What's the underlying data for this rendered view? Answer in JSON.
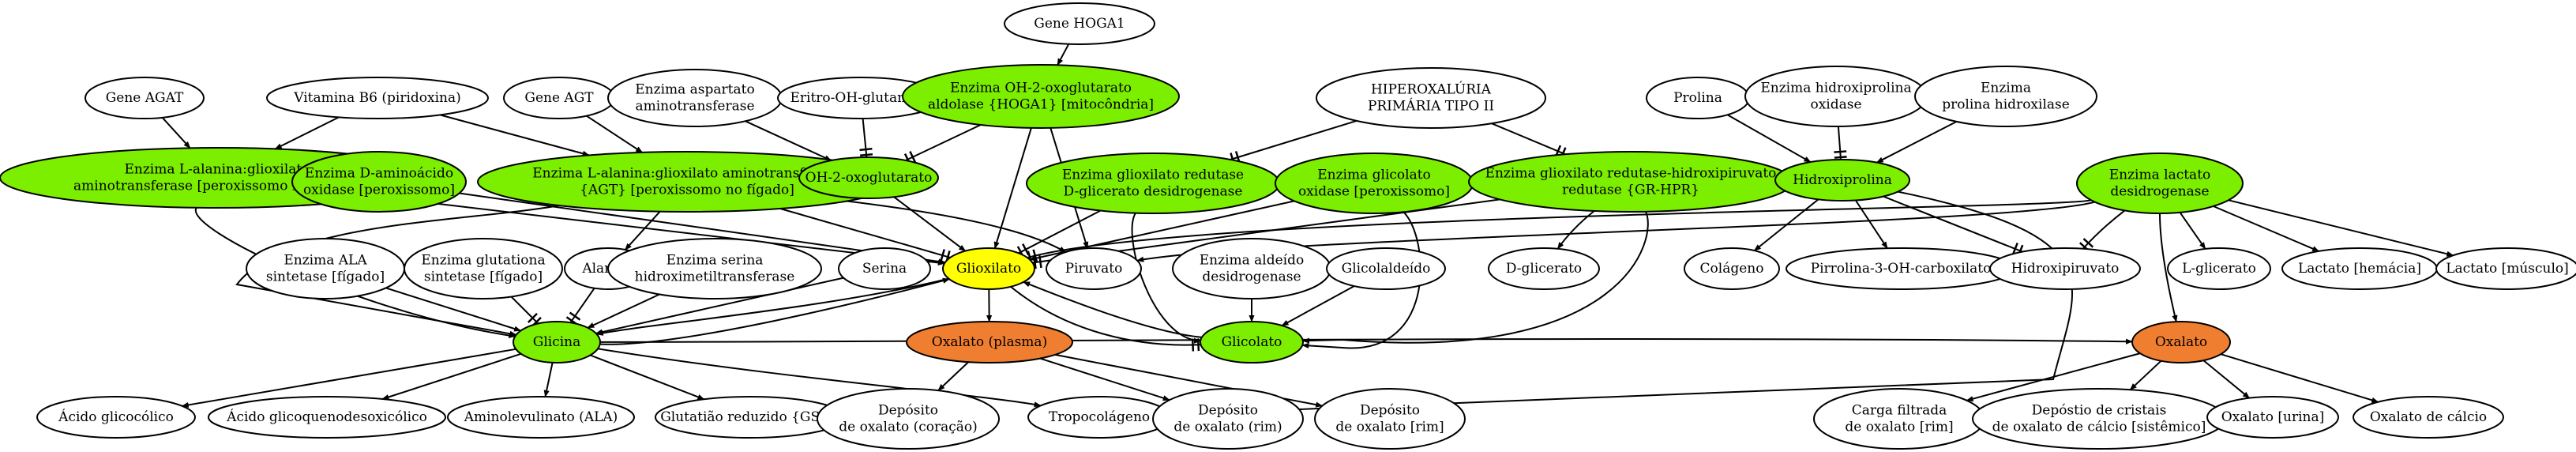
{
  "colors": {
    "white": "#ffffff",
    "green": "#7cee00",
    "yellow": "#ffff00",
    "orange": "#f07e30",
    "stroke": "#000000"
  },
  "nodes": [
    {
      "id": "gene_hoga1",
      "lines": [
        "Gene HOGA1"
      ],
      "fill": "white"
    },
    {
      "id": "gene_agat",
      "lines": [
        "Gene AGAT"
      ],
      "fill": "white"
    },
    {
      "id": "vit_b6",
      "lines": [
        "Vitamina B6 (piridoxina)"
      ],
      "fill": "white"
    },
    {
      "id": "gene_agt",
      "lines": [
        "Gene AGT"
      ],
      "fill": "white"
    },
    {
      "id": "enz_asp",
      "lines": [
        "Enzima aspartato",
        "aminotransferase"
      ],
      "fill": "white"
    },
    {
      "id": "eritro",
      "lines": [
        "Eritro-OH-glutamato"
      ],
      "fill": "white"
    },
    {
      "id": "enz_hoga1",
      "lines": [
        "Enzima OH-2-oxoglutarato",
        "aldolase {HOGA1} [mitocôndria]"
      ],
      "fill": "green"
    },
    {
      "id": "hiperox",
      "lines": [
        "HIPEROXALÚRIA",
        "PRIMÁRIA TIPO II"
      ],
      "fill": "white"
    },
    {
      "id": "prolina",
      "lines": [
        "Prolina"
      ],
      "fill": "white"
    },
    {
      "id": "enz_hidroxiprolina_ox",
      "lines": [
        "Enzima hidroxiprolina",
        "oxidase"
      ],
      "fill": "white"
    },
    {
      "id": "enz_prolina_hidrox",
      "lines": [
        "Enzima",
        "prolina hidroxilase"
      ],
      "fill": "white"
    },
    {
      "id": "enz_alanina_gli",
      "lines": [
        "Enzima L-alanina:glioxilato",
        "aminotransferase [peroxissomo no fígado]"
      ],
      "fill": "green"
    },
    {
      "id": "enz_d_amino",
      "lines": [
        "Enzima D-aminoácido",
        "oxidase [peroxissomo]"
      ],
      "fill": "green"
    },
    {
      "id": "enz_agt",
      "lines": [
        "Enzima L-alanina:glioxilato aminotransferase",
        "{AGT} [peroxissomo no fígado]"
      ],
      "fill": "green"
    },
    {
      "id": "oh2oxo",
      "lines": [
        "OH-2-oxoglutarato"
      ],
      "fill": "green"
    },
    {
      "id": "enz_gli_red",
      "lines": [
        "Enzima glioxilato redutase",
        "D-glicerato desidrogenase"
      ],
      "fill": "green"
    },
    {
      "id": "enz_glicolato_ox",
      "lines": [
        "Enzima glicolato",
        "oxidase [peroxissomo]"
      ],
      "fill": "green"
    },
    {
      "id": "enz_grhpr",
      "lines": [
        "Enzima glioxilato redutase-hidroxipiruvato",
        "redutase {GR-HPR}"
      ],
      "fill": "green"
    },
    {
      "id": "hidroxiprolina",
      "lines": [
        "Hidroxiprolina"
      ],
      "fill": "green"
    },
    {
      "id": "enz_lactato",
      "lines": [
        "Enzima lactato",
        "desidrogenase"
      ],
      "fill": "green"
    },
    {
      "id": "enz_ala_sint",
      "lines": [
        "Enzima ALA",
        "sintetase [fígado]"
      ],
      "fill": "white"
    },
    {
      "id": "enz_glut_sint",
      "lines": [
        "Enzima glutationa",
        "sintetase [fígado]"
      ],
      "fill": "white"
    },
    {
      "id": "alanina",
      "lines": [
        "Alanina"
      ],
      "fill": "white"
    },
    {
      "id": "enz_serina",
      "lines": [
        "Enzima serina",
        "hidroximetiltransferase"
      ],
      "fill": "white"
    },
    {
      "id": "serina",
      "lines": [
        "Serina"
      ],
      "fill": "white"
    },
    {
      "id": "glioxilato",
      "lines": [
        "Glioxilato"
      ],
      "fill": "yellow"
    },
    {
      "id": "piruvato",
      "lines": [
        "Piruvato"
      ],
      "fill": "white"
    },
    {
      "id": "enz_aldeido",
      "lines": [
        "Enzima aldeído",
        "desidrogenase"
      ],
      "fill": "white"
    },
    {
      "id": "glicolaldeido",
      "lines": [
        "Glicolaldeído"
      ],
      "fill": "white"
    },
    {
      "id": "d_glicerato",
      "lines": [
        "D-glicerato"
      ],
      "fill": "white"
    },
    {
      "id": "colageno",
      "lines": [
        "Colágeno"
      ],
      "fill": "white"
    },
    {
      "id": "pirrolina",
      "lines": [
        "Pirrolina-3-OH-carboxilato"
      ],
      "fill": "white"
    },
    {
      "id": "hidroxipiruvato",
      "lines": [
        "Hidroxipiruvato"
      ],
      "fill": "white"
    },
    {
      "id": "l_glicerato",
      "lines": [
        "L-glicerato"
      ],
      "fill": "white"
    },
    {
      "id": "lactato_hem",
      "lines": [
        "Lactato [hemácia]"
      ],
      "fill": "white"
    },
    {
      "id": "lactato_musc",
      "lines": [
        "Lactato [músculo]"
      ],
      "fill": "white"
    },
    {
      "id": "glicina",
      "lines": [
        "Glicina"
      ],
      "fill": "green"
    },
    {
      "id": "oxalato_plasma",
      "lines": [
        "Oxalato (plasma)"
      ],
      "fill": "orange"
    },
    {
      "id": "glicolato",
      "lines": [
        "Glicolato"
      ],
      "fill": "green"
    },
    {
      "id": "oxalato",
      "lines": [
        "Oxalato"
      ],
      "fill": "orange"
    },
    {
      "id": "acido_glicocolico",
      "lines": [
        "Ácido glicocólico"
      ],
      "fill": "white"
    },
    {
      "id": "acido_glicoqueno",
      "lines": [
        "Ácido glicoquenodesoxicólico"
      ],
      "fill": "white"
    },
    {
      "id": "ala",
      "lines": [
        "Aminolevulinato (ALA)"
      ],
      "fill": "white"
    },
    {
      "id": "gsh",
      "lines": [
        "Glutatião reduzido {GSH}"
      ],
      "fill": "white"
    },
    {
      "id": "dep_coracao",
      "lines": [
        "Depósito",
        "de oxalato (coração)"
      ],
      "fill": "white"
    },
    {
      "id": "tropocolageno",
      "lines": [
        "Tropocolágeno"
      ],
      "fill": "white"
    },
    {
      "id": "dep_rim1",
      "lines": [
        "Depósito",
        "de oxalato (rim)"
      ],
      "fill": "white"
    },
    {
      "id": "dep_rim2",
      "lines": [
        "Depósito",
        "de oxalato [rim]"
      ],
      "fill": "white"
    },
    {
      "id": "carga_filtrada",
      "lines": [
        "Carga filtrada",
        "de oxalato [rim]"
      ],
      "fill": "white"
    },
    {
      "id": "dep_cristais",
      "lines": [
        "Depóstio de cristais",
        "de oxalato de cálcio [sistêmico]"
      ],
      "fill": "white"
    },
    {
      "id": "oxalato_urina",
      "lines": [
        "Oxalato [urina]"
      ],
      "fill": "white"
    },
    {
      "id": "oxalato_calcio",
      "lines": [
        "Oxalato de cálcio"
      ],
      "fill": "white"
    }
  ],
  "edges": [
    {
      "from": "gene_hoga1",
      "to": "enz_hoga1",
      "head": "normal"
    },
    {
      "from": "gene_agat",
      "to": "enz_alanina_gli",
      "head": "normal"
    },
    {
      "from": "vit_b6",
      "to": "enz_alanina_gli",
      "head": "normal"
    },
    {
      "from": "vit_b6",
      "to": "enz_agt",
      "head": "normal"
    },
    {
      "from": "gene_agt",
      "to": "enz_agt",
      "head": "normal"
    },
    {
      "from": "enz_asp",
      "to": "oh2oxo",
      "head": "normal"
    },
    {
      "from": "eritro",
      "to": "oh2oxo",
      "head": "tee"
    },
    {
      "from": "enz_hoga1",
      "to": "oh2oxo",
      "head": "tee"
    },
    {
      "from": "enz_hoga1",
      "to": "glioxilato",
      "head": "normal"
    },
    {
      "from": "enz_hoga1",
      "to": "piruvato",
      "head": "normal"
    },
    {
      "from": "hiperox",
      "to": "enz_gli_red",
      "head": "tee"
    },
    {
      "from": "hiperox",
      "to": "enz_grhpr",
      "head": "tee"
    },
    {
      "from": "prolina",
      "to": "hidroxiprolina",
      "head": "normal"
    },
    {
      "from": "enz_hidroxiprolina_ox",
      "to": "hidroxiprolina",
      "head": "tee"
    },
    {
      "from": "enz_prolina_hidrox",
      "to": "hidroxiprolina",
      "head": "normal"
    },
    {
      "from": "enz_alanina_gli",
      "to": "glicina",
      "head": "normal"
    },
    {
      "from": "enz_alanina_gli",
      "to": "glioxilato",
      "head": "normal"
    },
    {
      "from": "enz_d_amino",
      "to": "glioxilato",
      "head": "normal"
    },
    {
      "from": "enz_agt",
      "to": "glioxilato",
      "head": "tee"
    },
    {
      "from": "enz_agt",
      "to": "glicina",
      "head": "normal"
    },
    {
      "from": "enz_agt",
      "to": "alanina",
      "head": "normal"
    },
    {
      "from": "enz_agt",
      "to": "piruvato",
      "head": "normal"
    },
    {
      "from": "oh2oxo",
      "to": "glioxilato",
      "head": "normal"
    },
    {
      "from": "enz_gli_red",
      "to": "glioxilato",
      "head": "tee"
    },
    {
      "from": "enz_gli_red",
      "to": "glicolato",
      "head": "normal"
    },
    {
      "from": "enz_glicolato_ox",
      "to": "glioxilato",
      "head": "normal"
    },
    {
      "from": "enz_glicolato_ox",
      "to": "glicolato",
      "head": "normal"
    },
    {
      "from": "enz_grhpr",
      "to": "glioxilato",
      "head": "tee"
    },
    {
      "from": "enz_grhpr",
      "to": "d_glicerato",
      "head": "normal"
    },
    {
      "from": "enz_grhpr",
      "to": "glicolato",
      "head": "normal"
    },
    {
      "from": "hidroxiprolina",
      "to": "colageno",
      "head": "normal"
    },
    {
      "from": "hidroxiprolina",
      "to": "pirrolina",
      "head": "normal"
    },
    {
      "from": "hidroxiprolina",
      "to": "hidroxipiruvato",
      "head": "tee"
    },
    {
      "from": "hidroxiprolina",
      "to": "tropocolageno",
      "head": "normal"
    },
    {
      "from": "enz_lactato",
      "to": "glioxilato",
      "head": "tee"
    },
    {
      "from": "enz_lactato",
      "to": "piruvato",
      "head": "normal"
    },
    {
      "from": "enz_lactato",
      "to": "hidroxipiruvato",
      "head": "tee"
    },
    {
      "from": "enz_lactato",
      "to": "l_glicerato",
      "head": "normal"
    },
    {
      "from": "enz_lactato",
      "to": "lactato_hem",
      "head": "normal"
    },
    {
      "from": "enz_lactato",
      "to": "lactato_musc",
      "head": "normal"
    },
    {
      "from": "enz_lactato",
      "to": "oxalato",
      "head": "normal"
    },
    {
      "from": "enz_ala_sint",
      "to": "glicina",
      "head": "normal"
    },
    {
      "from": "enz_glut_sint",
      "to": "glicina",
      "head": "tee"
    },
    {
      "from": "alanina",
      "to": "glicina",
      "head": "tee"
    },
    {
      "from": "enz_serina",
      "to": "glicina",
      "head": "normal"
    },
    {
      "from": "serina",
      "to": "glicina",
      "head": "normal"
    },
    {
      "from": "glioxilato",
      "to": "glicina",
      "head": "normal"
    },
    {
      "from": "glicina",
      "to": "glioxilato",
      "head": "normal"
    },
    {
      "from": "glioxilato",
      "to": "oxalato_plasma",
      "head": "normal"
    },
    {
      "from": "glioxilato",
      "to": "glicolato",
      "head": "tee"
    },
    {
      "from": "glicolato",
      "to": "glioxilato",
      "head": "normal"
    },
    {
      "from": "enz_aldeido",
      "to": "glicolato",
      "head": "normal"
    },
    {
      "from": "glicolaldeido",
      "to": "glicolato",
      "head": "normal"
    },
    {
      "from": "glicina",
      "to": "acido_glicocolico",
      "head": "normal"
    },
    {
      "from": "glicina",
      "to": "acido_glicoqueno",
      "head": "normal"
    },
    {
      "from": "glicina",
      "to": "ala",
      "head": "normal"
    },
    {
      "from": "glicina",
      "to": "gsh",
      "head": "normal"
    },
    {
      "from": "glicina",
      "to": "tropocolageno",
      "head": "normal"
    },
    {
      "from": "glicina",
      "to": "oxalato",
      "head": "normal"
    },
    {
      "from": "oxalato_plasma",
      "to": "dep_coracao",
      "head": "normal"
    },
    {
      "from": "oxalato_plasma",
      "to": "dep_rim1",
      "head": "normal"
    },
    {
      "from": "oxalato_plasma",
      "to": "dep_rim2",
      "head": "normal"
    },
    {
      "from": "oxalato",
      "to": "carga_filtrada",
      "head": "normal"
    },
    {
      "from": "oxalato",
      "to": "dep_cristais",
      "head": "normal"
    },
    {
      "from": "oxalato",
      "to": "oxalato_urina",
      "head": "normal"
    },
    {
      "from": "oxalato",
      "to": "oxalato_calcio",
      "head": "normal"
    }
  ]
}
